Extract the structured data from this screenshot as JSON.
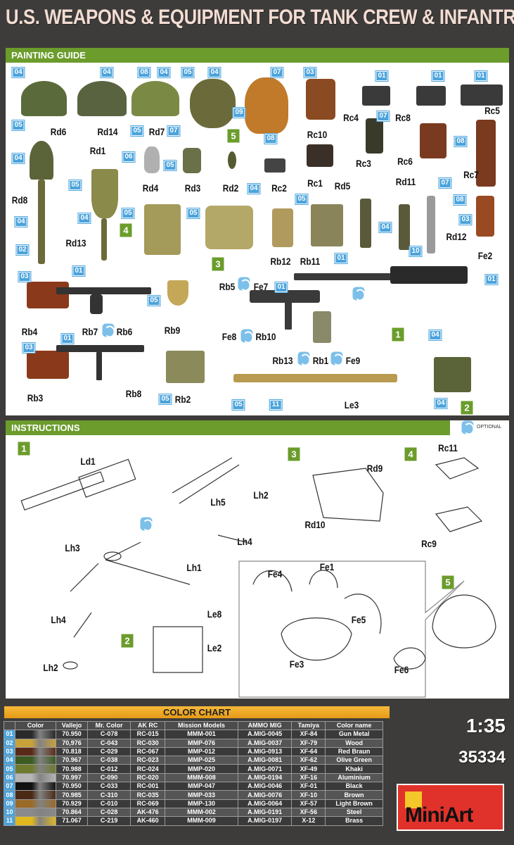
{
  "title": "U.S. WEAPONS & EQUIPMENT FOR TANK CREW & INFANTRY",
  "painting_guide": {
    "heading": "PAINTING GUIDE",
    "badges": [
      "04",
      "05",
      "04",
      "08",
      "04",
      "05",
      "07",
      "05",
      "04",
      "09",
      "07",
      "08",
      "03",
      "01",
      "01",
      "01",
      "07",
      "08",
      "04",
      "06",
      "05",
      "04",
      "05",
      "04",
      "04",
      "02",
      "05",
      "05",
      "05",
      "01",
      "07",
      "08",
      "03",
      "04",
      "10",
      "03",
      "01",
      "05",
      "01",
      "01",
      "04",
      "03",
      "01",
      "05",
      "05",
      "11",
      "04"
    ],
    "steps": [
      "5",
      "4",
      "3",
      "1",
      "2"
    ],
    "codes": [
      "Rd6",
      "Rd14",
      "Rd7",
      "Rc10",
      "Rc4",
      "Rc8",
      "Rc5",
      "Rc3",
      "Rc6",
      "Rc7",
      "Rd1",
      "Rd4",
      "Rd3",
      "Rd2",
      "Rc2",
      "Rc1",
      "Rd8",
      "Rd13",
      "Rd5",
      "Rd11",
      "Rd12",
      "Fe2",
      "Rb12",
      "Rb11",
      "Rb4",
      "Rb7",
      "Rb6",
      "Rb9",
      "Rb5",
      "Fe7",
      "Fe8",
      "Rb10",
      "Rb13",
      "Rb1",
      "Fe9",
      "Rb3",
      "Rb8",
      "Rb2",
      "Le3"
    ],
    "optional_label": "OPTIONAL"
  },
  "instructions": {
    "heading": "INSTRUCTIONS",
    "steps": [
      "1",
      "3",
      "4",
      "2",
      "5"
    ],
    "labels": [
      "Ld1",
      "Lh5",
      "Lh2",
      "Lh3",
      "Lh4",
      "Lh1",
      "Lh4",
      "Lh2",
      "Le8",
      "Le2",
      "Rd9",
      "Rd10",
      "Rc11",
      "Rc9",
      "Fe4",
      "Fe1",
      "Fe5",
      "Fe3",
      "Fe6"
    ]
  },
  "color_chart": {
    "title": "COLOR CHART",
    "headers": [
      "",
      "Color",
      "Vallejo",
      "Mr. Color",
      "AK RC",
      "Mission Models",
      "AMMO MIG",
      "Tamiya",
      "Color name"
    ],
    "rows": [
      {
        "num": "01",
        "vallejo": "70.950",
        "mr": "C-078",
        "ak": "RC-015",
        "mission": "MMM-001",
        "ammo": "A.MIG-0045",
        "tamiya": "XF-84",
        "name": "Gun Metal",
        "swatch": "#2a2a2a"
      },
      {
        "num": "02",
        "vallejo": "70,976",
        "mr": "C-043",
        "ak": "RC-030",
        "mission": "MMP-076",
        "ammo": "A.MIG-0037",
        "tamiya": "XF-79",
        "name": "Wood",
        "swatch": "#c9a13a"
      },
      {
        "num": "03",
        "vallejo": "70.818",
        "mr": "C-029",
        "ak": "RC-067",
        "mission": "MMP-012",
        "ammo": "A.MIG-0913",
        "tamiya": "XF-64",
        "name": "Red Braun",
        "swatch": "#5a2a18"
      },
      {
        "num": "04",
        "vallejo": "70.967",
        "mr": "C-038",
        "ak": "RC-023",
        "mission": "MMP-025",
        "ammo": "A.MIG-0081",
        "tamiya": "XF-62",
        "name": "Olive Green",
        "swatch": "#3d5a22"
      },
      {
        "num": "05",
        "vallejo": "70.988",
        "mr": "C-012",
        "ak": "RC-024",
        "mission": "MMP-020",
        "ammo": "A.MIG-0071",
        "tamiya": "XF-49",
        "name": "Khaki",
        "swatch": "#6e7a2e"
      },
      {
        "num": "06",
        "vallejo": "70.997",
        "mr": "C-090",
        "ak": "RC-020",
        "mission": "MMM-008",
        "ammo": "A.MIG-0194",
        "tamiya": "XF-16",
        "name": "Aluminium",
        "swatch": "#b5b5b5"
      },
      {
        "num": "07",
        "vallejo": "70.950",
        "mr": "C-033",
        "ak": "RC-001",
        "mission": "MMP-047",
        "ammo": "A.MIG-0046",
        "tamiya": "XF-01",
        "name": "Black",
        "swatch": "#111111"
      },
      {
        "num": "08",
        "vallejo": "70.985",
        "mr": "C-310",
        "ak": "RC-035",
        "mission": "MMP-033",
        "ammo": "A.MIG-0076",
        "tamiya": "XF-10",
        "name": "Brown",
        "swatch": "#4a2a14"
      },
      {
        "num": "09",
        "vallejo": "70.929",
        "mr": "C-010",
        "ak": "RC-069",
        "mission": "MMP-130",
        "ammo": "A.MIG-0064",
        "tamiya": "XF-57",
        "name": "Light Brown",
        "swatch": "#9a6a28"
      },
      {
        "num": "10",
        "vallejo": "70.864",
        "mr": "C-028",
        "ak": "AK-476",
        "mission": "MMM-002",
        "ammo": "A.MIG-0191",
        "tamiya": "XF-56",
        "name": "Steel",
        "swatch": "#8a8a8a"
      },
      {
        "num": "11",
        "vallejo": "71.067",
        "mr": "C-219",
        "ak": "AK-460",
        "mission": "MMM-009",
        "ammo": "A.MIG-0197",
        "tamiya": "X-12",
        "name": "Brass",
        "swatch": "#e0b820"
      }
    ]
  },
  "scale": "1:35",
  "kit_number": "35334",
  "brand": "MiniArt",
  "colors": {
    "green": "#6b9c2c",
    "blue": "#4aa3dc",
    "orange": "#f0a829",
    "logo_red": "#e0322a"
  }
}
